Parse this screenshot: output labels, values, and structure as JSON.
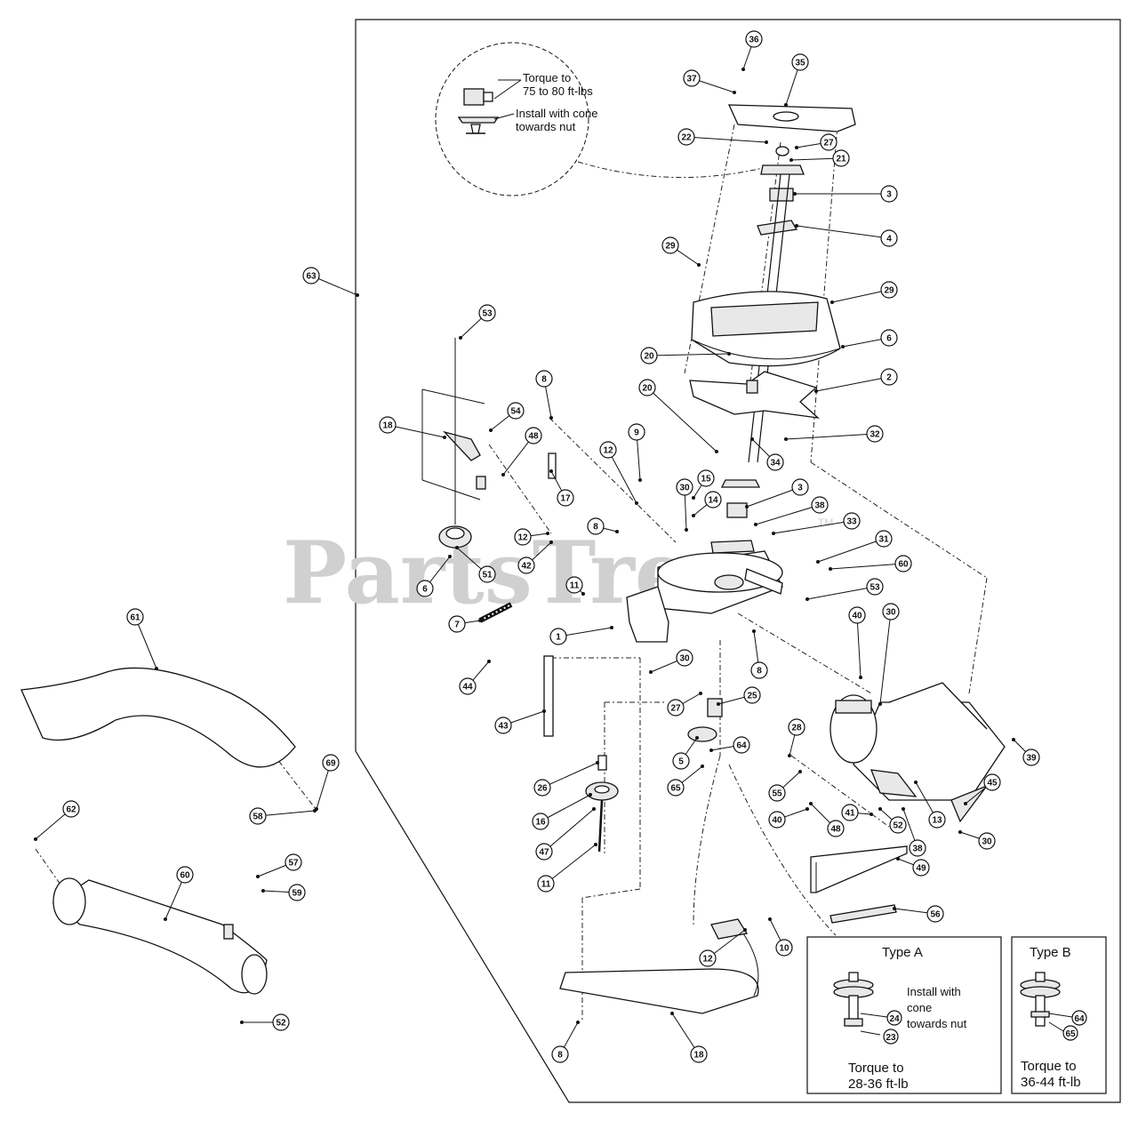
{
  "watermark": {
    "text": "PartsTree",
    "tm": "TM"
  },
  "callouts": [
    "36",
    "35",
    "37",
    "22",
    "27",
    "21",
    "3",
    "4",
    "29",
    "29",
    "6",
    "20",
    "2",
    "32",
    "20",
    "34",
    "53",
    "18",
    "54",
    "48",
    "17",
    "8",
    "9",
    "12",
    "30",
    "15",
    "14",
    "3",
    "38",
    "33",
    "31",
    "60",
    "12",
    "42",
    "51",
    "6",
    "8",
    "11",
    "53",
    "7",
    "1",
    "8",
    "30",
    "40",
    "30",
    "44",
    "43",
    "27",
    "25",
    "5",
    "64",
    "65",
    "26",
    "16",
    "47",
    "11",
    "28",
    "55",
    "40",
    "48",
    "41",
    "52",
    "38",
    "13",
    "45",
    "30",
    "39",
    "49",
    "56",
    "12",
    "10",
    "18",
    "8",
    "61",
    "69",
    "58",
    "62",
    "60",
    "57",
    "59",
    "52",
    "63"
  ],
  "top_note": {
    "torque_line1": "Torque to",
    "torque_line2": "75 to 80 ft-lbs",
    "install_line1": "Install with cone",
    "install_line2": "towards nut"
  },
  "type_a": {
    "title": "Type A",
    "note_line1": "Install with",
    "note_line2": "cone",
    "note_line3": "towards nut",
    "callout_top": "24",
    "callout_bottom": "23",
    "torque_line1": "Torque to",
    "torque_line2": "28-36 ft-lb"
  },
  "type_b": {
    "title": "Type B",
    "callout_top": "64",
    "callout_bottom": "65",
    "torque_line1": "Torque to",
    "torque_line2": "36-44 ft-lb"
  }
}
